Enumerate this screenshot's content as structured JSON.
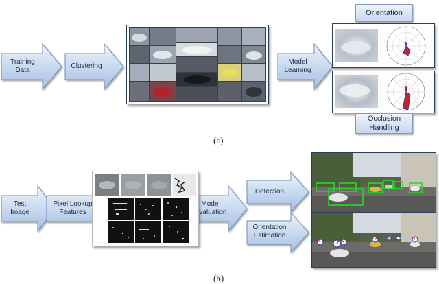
{
  "part_a": {
    "caption": "(a)",
    "arrows": {
      "training_data": "Training\nData",
      "clustering": "Clustering",
      "model_learning": "Model\nLearning"
    },
    "tags": {
      "orientation": "Orientation",
      "occlusion_handling": "Occlusion\nHandling"
    }
  },
  "part_b": {
    "caption": "(b)",
    "arrows": {
      "test_image": "Test\nImage",
      "pixel_lookup_features": "Pixel Lookup\nFeatures",
      "model_evaluation": "Model\nEvaluation",
      "detection": "Detection",
      "orientation_estimation": "Orientation\nEstimation"
    }
  },
  "colors": {
    "arrow_fill_top": "#e8f0fa",
    "arrow_fill_bottom": "#9fbbe0",
    "arrow_stroke": "#6f8fbd",
    "detection_box": "#22dd22",
    "polar_fill": "#cc2222",
    "polar_edge": "#2233aa"
  }
}
